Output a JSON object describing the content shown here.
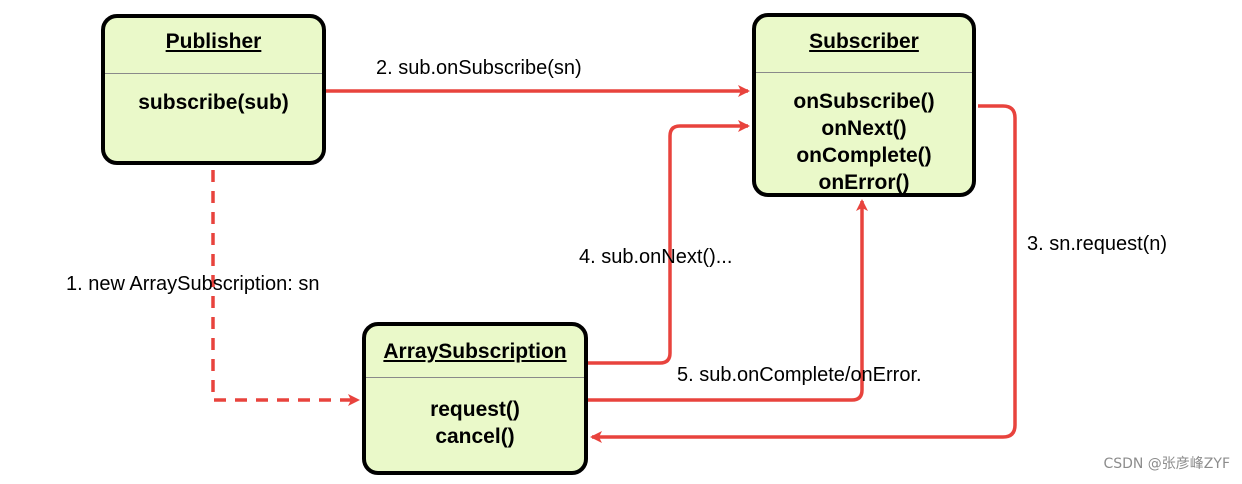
{
  "nodes": {
    "publisher": {
      "title": "Publisher",
      "methods": [
        "subscribe(sub)"
      ]
    },
    "subscriber": {
      "title": "Subscriber",
      "methods": [
        "onSubscribe()",
        "onNext()",
        "onComplete()",
        "onError()"
      ]
    },
    "array_subscription": {
      "title": "ArraySubscription",
      "methods": [
        "request()",
        "cancel()"
      ]
    }
  },
  "edges": {
    "new_subscription": "1. new ArraySubscription: sn",
    "on_subscribe": "2. sub.onSubscribe(sn)",
    "request": "3. sn.request(n)",
    "on_next": "4. sub.onNext()...",
    "on_complete": "5. sub.onComplete/onError."
  },
  "colors": {
    "box_fill": "#eaf9c9",
    "arrow": "#e8433d"
  },
  "watermark": "CSDN @张彦峰ZYF"
}
